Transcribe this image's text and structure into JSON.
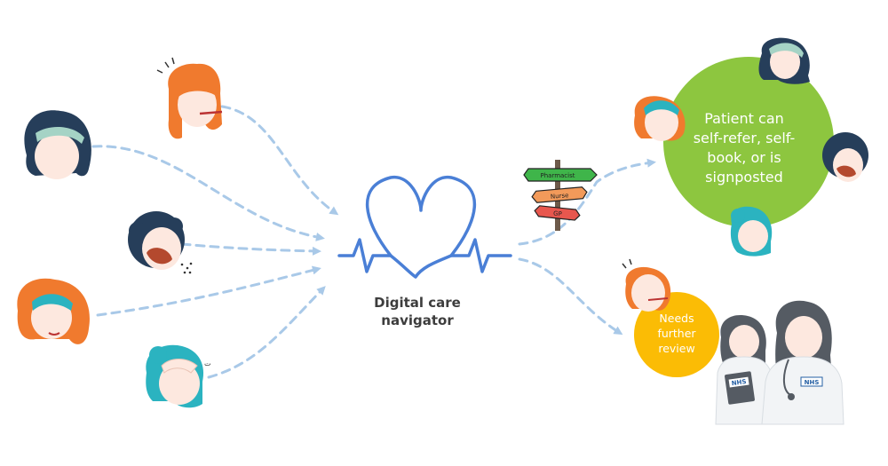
{
  "navigator": {
    "label_line1": "Digital care",
    "label_line2": "navigator"
  },
  "outcome_green": {
    "line1": "Patient can",
    "line2": "self-refer, self-",
    "line3": "book, or is",
    "line4": "signposted",
    "color": "#8dc63f"
  },
  "outcome_yellow": {
    "line1": "Needs",
    "line2": "further",
    "line3": "review",
    "color": "#fbbc05"
  },
  "signpost": {
    "sign1": "Pharmacist",
    "sign2": "Nurse",
    "sign3": "GP"
  },
  "badges": {
    "badge1": "NHS",
    "badge2": "NHS"
  },
  "colors": {
    "arrow": "#a9c9e8",
    "heart": "#4a7fd6",
    "hair_orange": "#f07a2e",
    "hair_navy": "#263e5a",
    "hair_teal": "#2bb3c0",
    "sign_green": "#3fb54a",
    "sign_orange": "#f29a5a",
    "sign_red": "#e8574e"
  }
}
